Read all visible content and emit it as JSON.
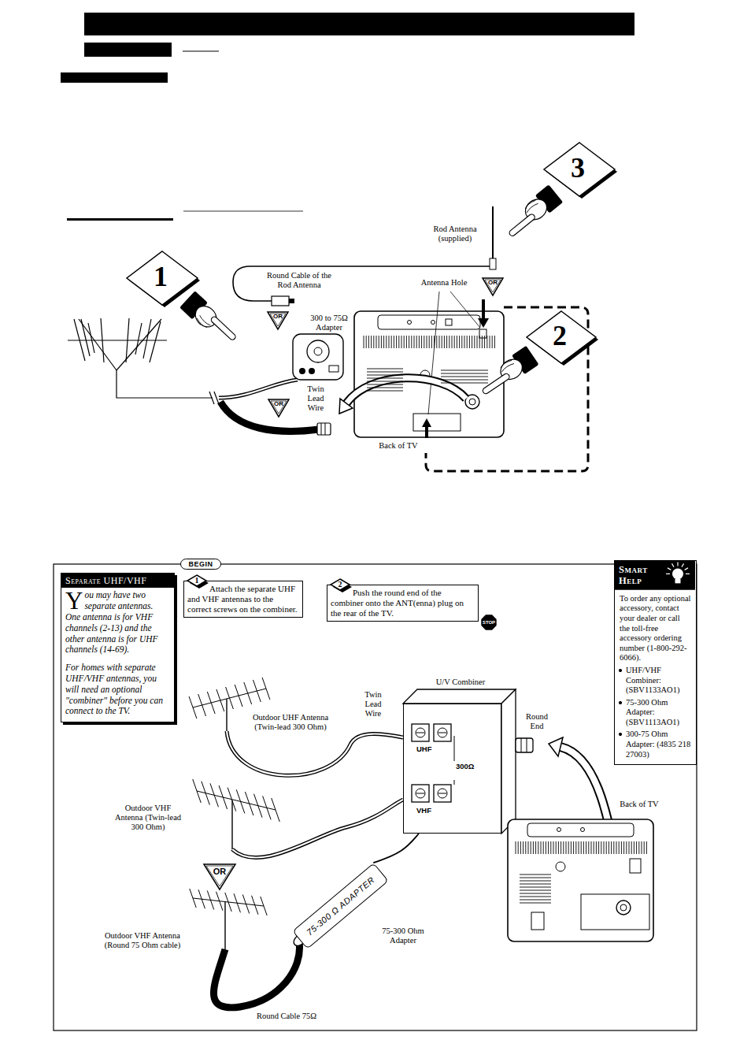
{
  "diagram": {
    "nodes": [
      {
        "text": [
          "3"
        ]
      },
      {
        "text": [
          "1"
        ]
      },
      {
        "text": [
          "OR"
        ]
      },
      {
        "text": [
          "OR"
        ]
      },
      {
        "text": [
          "2"
        ]
      },
      {
        "text": [
          "OR"
        ]
      },
      {
        "text": [
          "BEGIN"
        ]
      },
      {
        "text": [
          "Separate UHF/VHF",
          "You may have two separate antennas. One antenna is for VHF channels (2-13) and the other antenna is for UHF channels (14-69).",
          "For homes with separate UHF/VHF antennas, you will need an optional \"combiner\" before you can connect to the TV."
        ]
      },
      {
        "text": [
          "Attach the separate UHF and VHF antennas to the correct screws on the combiner."
        ]
      },
      {
        "text": [
          "1"
        ],
        "in": 8
      },
      {
        "text": [
          "Push the round end of the combiner onto the ANT(enna) plug on the rear of the TV."
        ]
      },
      {
        "text": [
          "2"
        ],
        "in": 10
      },
      {
        "text": [
          "STOP"
        ]
      },
      {
        "text": [
          "Smart Help",
          "To order any optional accessory, contact your dealer or call the toll-free accessory ordering number (1-800-292-6066).",
          "UHF/VHF Combiner: (SBV1133AO1)",
          "75-300 Ohm Adapter: (SBV1113AO1)",
          "300-75 Ohm Adapter: (4835 218 27003)"
        ]
      },
      {
        "text": [
          "UHF",
          "300Ω",
          "VHF"
        ]
      },
      {
        "text": [
          "OR"
        ]
      },
      {
        "text": [
          "75-300 Ω ADAPTER"
        ]
      }
    ],
    "edges": [
      {
        "from": 16,
        "to": 14,
        "arrow": "none"
      }
    ],
    "labels": [
      "Rod Antenna (supplied)",
      "Round Cable of the Rod Antenna",
      "Antenna Hole",
      "300 to 75Ω Adapter",
      "Twin Lead Wire",
      "Back of TV",
      "Twin Lead Wire",
      "U/V Combiner",
      "Round End",
      "Outdoor UHF Antenna (Twin-lead 300 Ohm)",
      "Back of TV",
      "Outdoor VHF Antenna (Twin-lead 300 Ohm)",
      "Outdoor VHF Antenna (Round 75 Ohm cable)",
      "75-300 Ohm Adapter",
      "Round Cable 75Ω"
    ]
  }
}
